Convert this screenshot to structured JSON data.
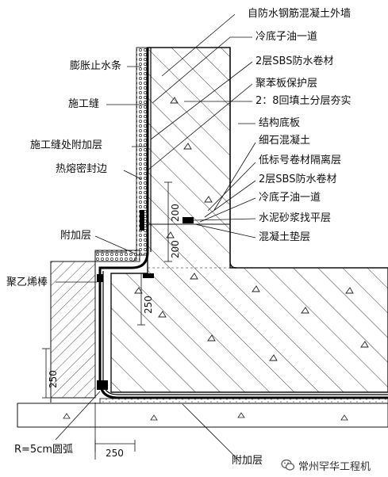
{
  "labels_right_top": [
    "自防水钢筋混凝土外墙",
    "冷底子油一道",
    "2层SBS防水卷材",
    "聚苯板保护层",
    "2：8回填土分层夯实"
  ],
  "labels_right_bottom": [
    "结构底板",
    "细石混凝土",
    "低标号卷材隔离层",
    "2层SBS防水卷材",
    "冷底子油一道",
    "水泥砂浆找平层",
    "混凝土垫层"
  ],
  "labels_left": {
    "swell_strip": "膨胀止水条",
    "construction_joint": "施工缝",
    "joint_additional": "施工缝处附加层",
    "hot_seal": "热熔密封边",
    "additional_layer": "附加层",
    "polyethylene": "聚乙烯棒",
    "radius": "R=5cm圆弧",
    "bottom_label": "附加层"
  },
  "dimensions": {
    "d200a": "200",
    "d200b": "200",
    "d250a": "250",
    "d250b": "250",
    "d250c": "250"
  },
  "watermark": {
    "text": "常州罕华工程机",
    "icon": "wechat-icon"
  }
}
